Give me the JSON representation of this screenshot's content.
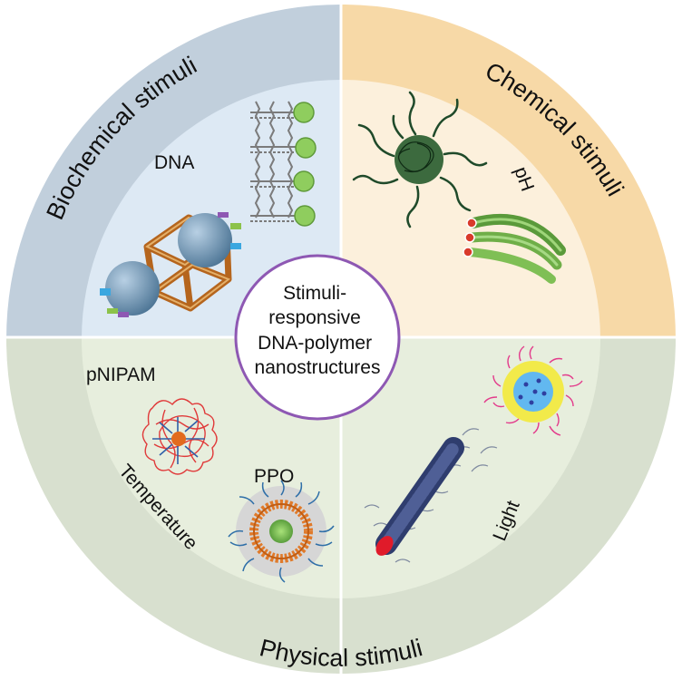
{
  "center": {
    "lines": [
      "Stimuli-",
      "responsive",
      "DNA-polymer",
      "nanostructures"
    ],
    "border_color": "#8e58b3"
  },
  "categories": {
    "biochemical": {
      "label": "Biochemical stimuli",
      "ring_color": "#c1cfdc",
      "inner_color": "#dde9f4"
    },
    "chemical": {
      "label": "Chemical stimuli",
      "ring_color": "#f7d9a7",
      "inner_color": "#fcf0dc"
    },
    "physical": {
      "label": "Physical stimuli",
      "ring_color": "#d8e0cf",
      "inner_color": "#e7eedd"
    }
  },
  "items": {
    "dna": "DNA",
    "ph": "pH",
    "pnipam": "pNIPAM",
    "temperature": "Temperature",
    "ppo": "PPO",
    "light": "Light"
  }
}
